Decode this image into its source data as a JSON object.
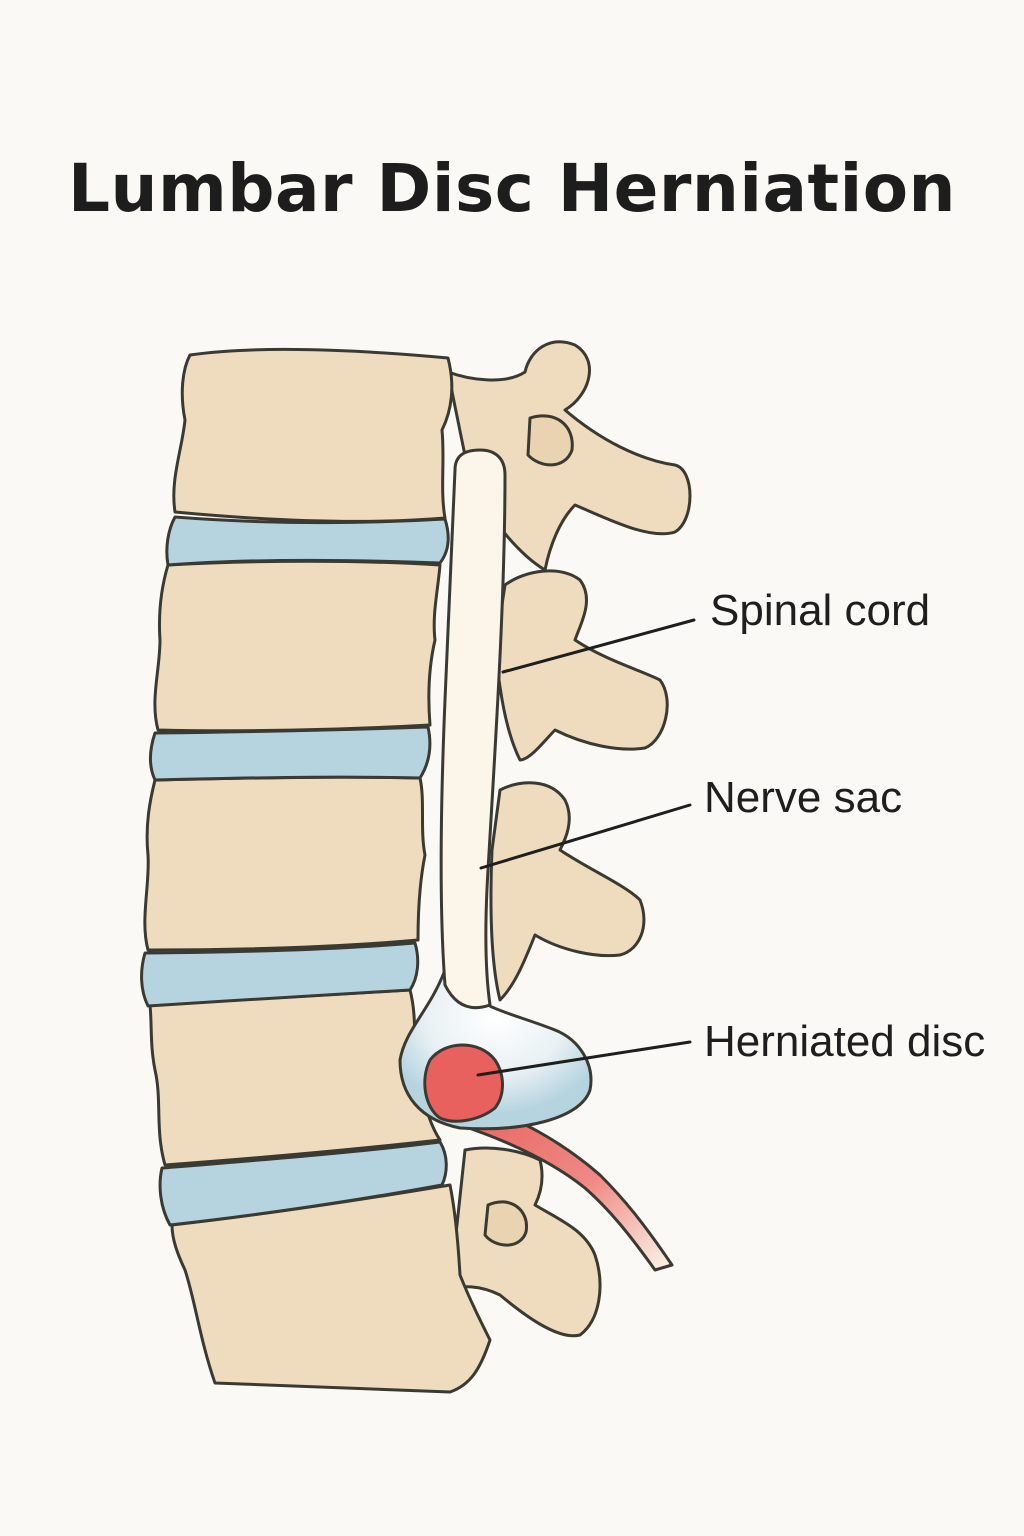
{
  "title": "Lumbar Disc Herniation",
  "labels": {
    "spinal_cord": "Spinal cord",
    "nerve_sac": "Nerve sac",
    "herniated_disc": "Herniated disc"
  },
  "colors": {
    "background": "#fbf9f5",
    "bone": "#efdcbe",
    "bone_shadow": "#e3cba5",
    "disc": "#b6d4e0",
    "nerve": "#fbf5ea",
    "herniation": "#e8615e",
    "outline": "#3a3a33"
  }
}
